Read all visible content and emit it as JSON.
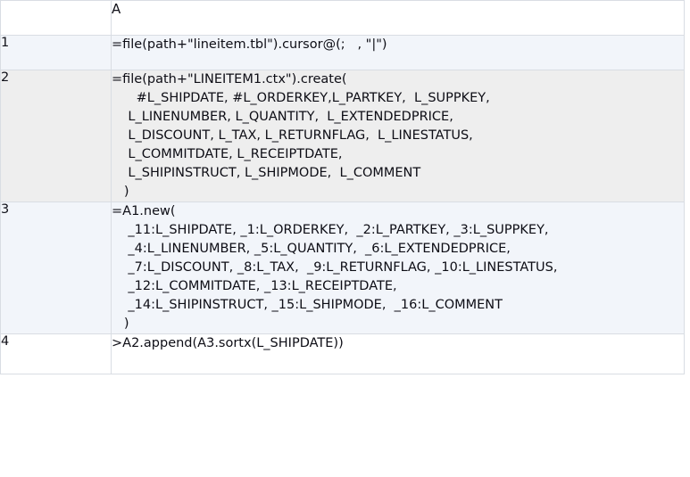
{
  "grid": {
    "column_headers": [
      "",
      "A"
    ],
    "rows": [
      {
        "row_number": "1",
        "tint": "blue",
        "code": "=file(path+\"lineitem.tbl\").cursor@(;   , \"|\")"
      },
      {
        "row_number": "2",
        "tint": "gray",
        "code": "=file(path+\"LINEITEM1.ctx\").create(\n      #L_SHIPDATE, #L_ORDERKEY,L_PARTKEY,  L_SUPPKEY,\n    L_LINENUMBER, L_QUANTITY,  L_EXTENDEDPRICE,\n    L_DISCOUNT, L_TAX, L_RETURNFLAG,  L_LINESTATUS,\n    L_COMMITDATE, L_RECEIPTDATE,\n    L_SHIPINSTRUCT, L_SHIPMODE,  L_COMMENT\n   )"
      },
      {
        "row_number": "3",
        "tint": "blue",
        "code": "=A1.new(\n    _11:L_SHIPDATE, _1:L_ORDERKEY,  _2:L_PARTKEY, _3:L_SUPPKEY,\n    _4:L_LINENUMBER, _5:L_QUANTITY,  _6:L_EXTENDEDPRICE,\n    _7:L_DISCOUNT, _8:L_TAX,  _9:L_RETURNFLAG, _10:L_LINESTATUS,\n    _12:L_COMMITDATE, _13:L_RECEIPTDATE,\n    _14:L_SHIPINSTRUCT, _15:L_SHIPMODE,  _16:L_COMMENT\n   )"
      },
      {
        "row_number": "4",
        "tint": "white",
        "code": ">A2.append(A3.sortx(L_SHIPDATE))"
      }
    ]
  },
  "colors": {
    "row_tint_blue": "#f2f5fa",
    "row_tint_gray": "#eeeeee",
    "row_tint_white": "#ffffff",
    "grid_line": "#d9dde3",
    "text": "#0d0d15"
  }
}
